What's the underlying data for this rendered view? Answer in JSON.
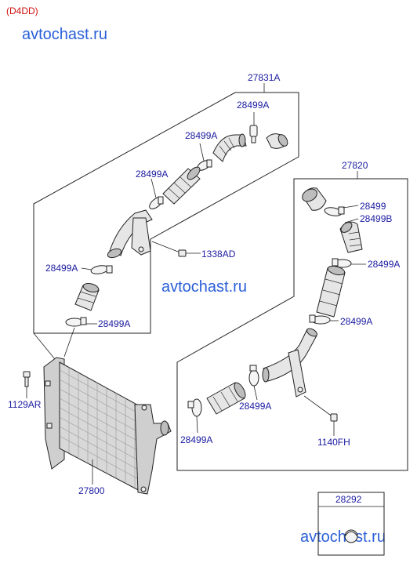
{
  "engine_code": "(D4DD)",
  "watermarks": [
    "avtochast.ru",
    "avtochast.ru",
    "avtochast.ru"
  ],
  "parts": {
    "hose_assembly_upper": "27831A",
    "hose_assembly_lower": "27820",
    "intercooler": "27800",
    "clip": "28292",
    "bolt_left": "1129AR",
    "bolt_bracket_upper": "1338AD",
    "bolt_bracket_lower": "1140FH",
    "clamp_a": "28499A",
    "clamp_plain": "28499",
    "clamp_b": "28499B"
  }
}
